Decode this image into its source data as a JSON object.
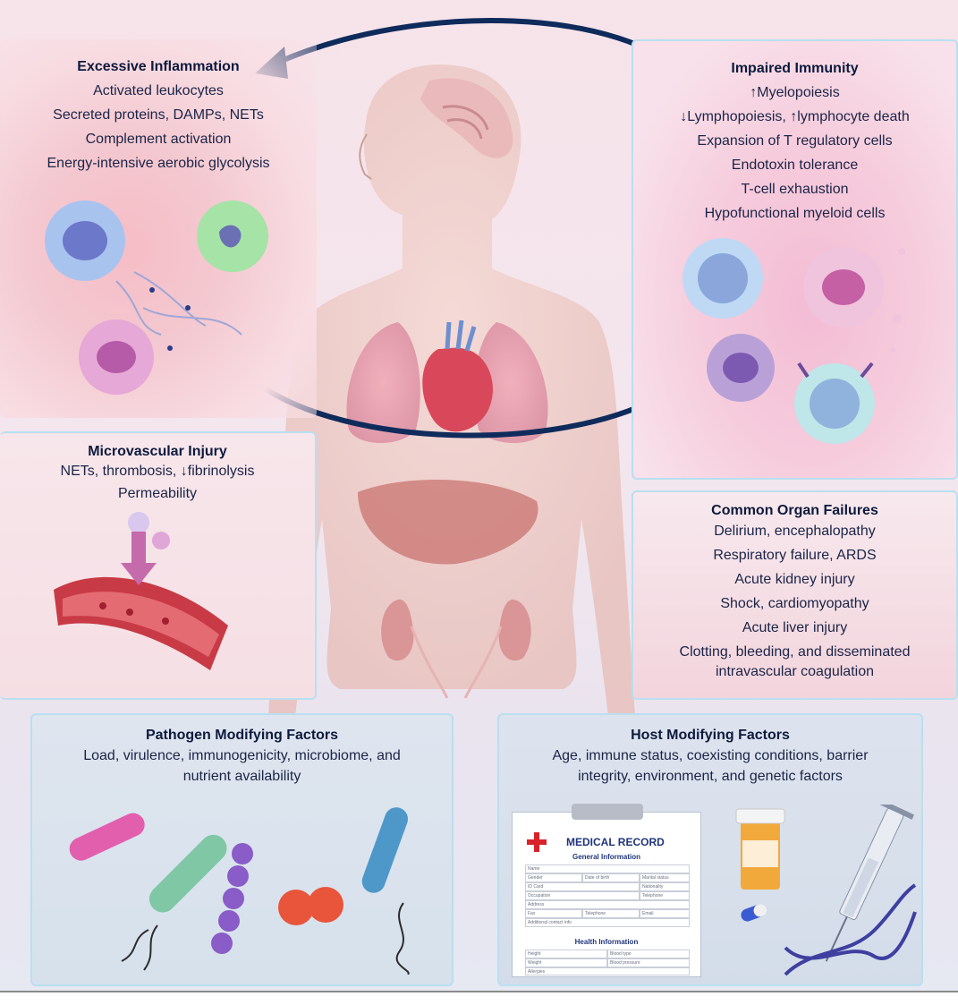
{
  "inflammation": {
    "title": "Excessive Inflammation",
    "lines": [
      "Activated leukocytes",
      "Secreted proteins, DAMPs, NETs",
      "Complement activation",
      "Energy-intensive aerobic glycolysis"
    ]
  },
  "immunity": {
    "title": "Impaired Immunity",
    "lines": [
      "↑Myelopoiesis",
      "↓Lymphopoiesis, ↑lymphocyte death",
      "Expansion of T regulatory cells",
      "Endotoxin tolerance",
      "T-cell exhaustion",
      "Hypofunctional myeloid cells"
    ]
  },
  "microvascular": {
    "title": "Microvascular Injury",
    "lines": [
      "NETs, thrombosis, ↓fibrinolysis",
      "Permeability"
    ]
  },
  "organ_failures": {
    "title": "Common Organ Failures",
    "lines": [
      "Delirium, encephalopathy",
      "Respiratory failure, ARDS",
      "Acute kidney injury",
      "Shock, cardiomyopathy",
      "Acute liver injury",
      "Clotting, bleeding, and disseminated",
      "intravascular coagulation"
    ]
  },
  "pathogen": {
    "title": "Pathogen Modifying Factors",
    "lines": [
      "Load, virulence, immunogenicity, microbiome, and",
      "nutrient availability"
    ]
  },
  "host": {
    "title": "Host Modifying Factors",
    "lines": [
      "Age, immune status, coexisting conditions, barrier",
      "integrity, environment, and genetic factors"
    ]
  },
  "medical_record": {
    "title": "MEDICAL RECORD",
    "general": "General Information",
    "health": "Health Information",
    "fields": [
      "Name",
      "Gender",
      "Date of birth",
      "Marital status",
      "ID Card",
      "Nationality",
      "Occupation",
      "Telephone",
      "Address",
      "Fax",
      "Telephone",
      "Email",
      "Additional contact info",
      "Height",
      "Blood type",
      "Weight",
      "Blood pressure",
      "Allergies"
    ]
  },
  "colors": {
    "arrow": "#0f2b5c",
    "title": "#0d1a3d",
    "panel_border": "#b9dff0"
  }
}
